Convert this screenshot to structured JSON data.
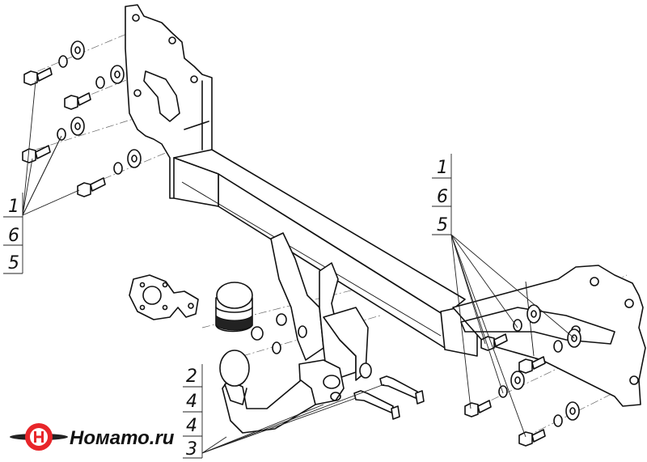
{
  "logo": {
    "text": "Номато.ru"
  },
  "callouts": {
    "left": [
      "1",
      "6",
      "5"
    ],
    "right": [
      "1",
      "6",
      "5"
    ],
    "bottom": [
      "2",
      "4",
      "4",
      "3"
    ]
  }
}
